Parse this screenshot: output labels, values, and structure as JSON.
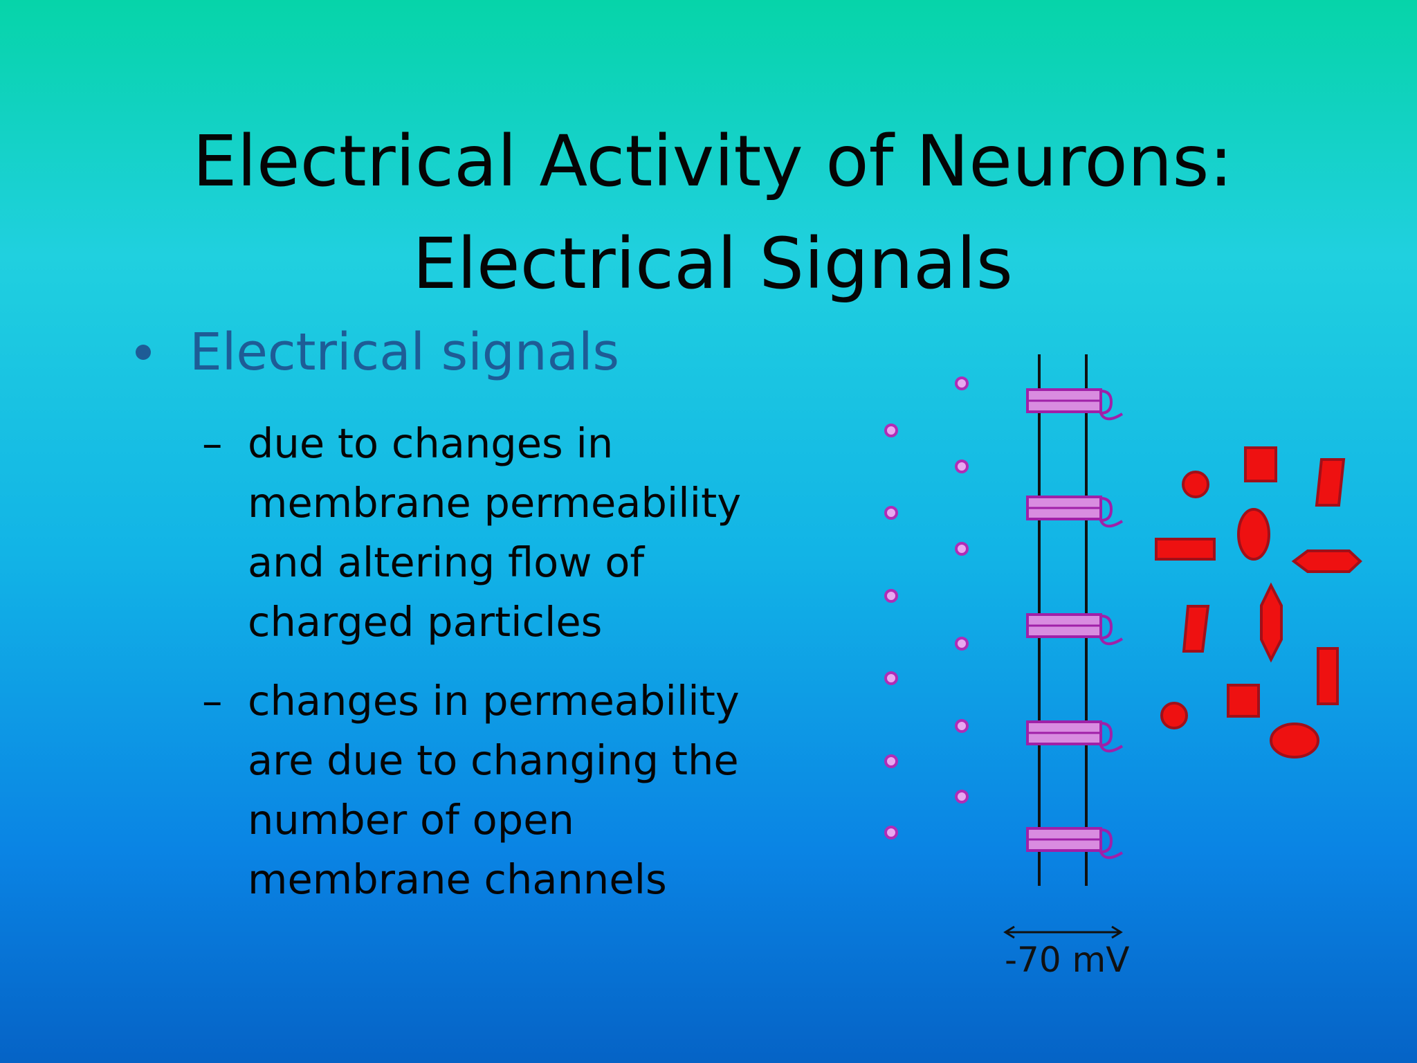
{
  "slide": {
    "title_line1": "Electrical Activity of Neurons:",
    "title_line2": "Electrical Signals",
    "bullet": "Electrical signals",
    "sub_points": [
      {
        "dash": "–",
        "lines": [
          "due to changes in",
          "membrane permeability",
          "and altering flow of",
          "charged particles"
        ]
      },
      {
        "dash": "–",
        "lines": [
          "changes in permeability",
          "are due to changing the",
          "number of open",
          "membrane channels"
        ]
      }
    ]
  },
  "diagram": {
    "voltage_label": "-70 mV",
    "colors": {
      "ion_inside": "#b02cb6",
      "ion_outside": "#ee1111",
      "channel": "#d98ce0",
      "membrane": "#111111"
    }
  }
}
